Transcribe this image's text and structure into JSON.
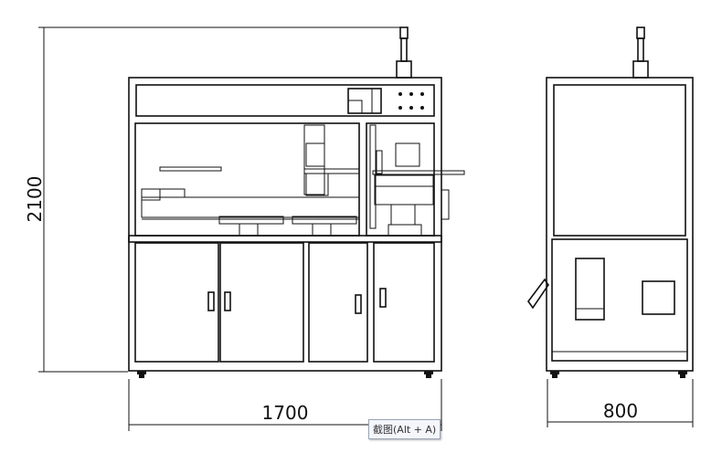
{
  "dimensions": {
    "height": "2100",
    "front_width": "1700",
    "side_width": "800"
  },
  "tooltip": {
    "text": "截图(Alt + A)"
  }
}
